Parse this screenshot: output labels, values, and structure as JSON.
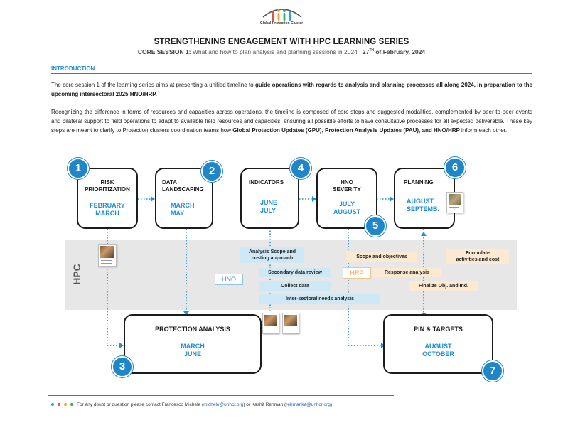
{
  "logo": {
    "text": "Global Protection Cluster"
  },
  "header": {
    "title": "STRENGTHENING ENGAGEMENT WITH HPC LEARNING SERIES",
    "subtitle_bold": "CORE SESSION 1:",
    "subtitle_text": " What and how to plan analysis and planning sessions in 2024 | ",
    "subtitle_date_day": "27",
    "subtitle_date_sup": "TH",
    "subtitle_date_rest": " of February, 2024"
  },
  "intro": {
    "heading": "INTRODUCTION",
    "p1_a": "The core session 1 of the learning series aims at presenting a unified timeline to ",
    "p1_b": "guide operations with regards to analysis and planning processes all along 2024, in preparation to the upcoming intersectoral 2025 HNO/HRP.",
    "p2_a": "Recognizing the difference in terms of resources and capacities across operations, the timeline is composed of core steps and suggested modalities, complemented by peer-to-peer events and bilateral support to field operations to adapt to available field resources and capacities, ensuring all possible efforts to have consultative processes for all expected deliverable. These key steps are meant to clarify to Protection clusters coordination teams how ",
    "p2_b": "Global Protection Updates (GPU), Protection Analysis Updates (PAU), and HNO/HRP",
    "p2_c": " inform each other."
  },
  "diagram": {
    "band_label": "HPC",
    "steps": [
      {
        "number": "1",
        "title": "RISK\nPRIORITIZATION",
        "months": "FEBRUARY\nMARCH"
      },
      {
        "number": "2",
        "title": "DATA\nLANDSCAPING",
        "months": "MARCH\nMAY"
      },
      {
        "number": "3",
        "title": "PROTECTION ANALYSIS",
        "months": "MARCH\nJUNE"
      },
      {
        "number": "4",
        "title": "INDICATORS",
        "months": "JUNE\nJULY"
      },
      {
        "number": "5",
        "title": "HNO\nSEVERITY",
        "months": "JULY\nAUGUST"
      },
      {
        "number": "6",
        "title": "PLANNING",
        "months": "AUGUST\nSEPTEMB."
      },
      {
        "number": "7",
        "title": "PIN & TARGETS",
        "months": "AUGUST\nOCTOBER"
      }
    ],
    "hno_tags": [
      "Analysis Scope and\ncosting approach",
      "Secondary data review",
      "Collect data",
      "Inter-sectoral needs analysis"
    ],
    "hrp_tags": [
      "Scope and objectives",
      "Response analysis",
      "Finalize Obj. and Ind.",
      "Formulate\nactivities and cost"
    ],
    "hno_label": "HNO",
    "hrp_label": "HRP"
  },
  "footer": {
    "text_a": "For any doubt or question please contact Francesco Michele (",
    "email1": "michele@unhcr.org",
    "text_b": ") or Kashif Rehman (",
    "email2": "rehmanka@unhcr.org",
    "text_c": ")",
    "dot_colors": [
      "#2a9fd8",
      "#e0523a",
      "#f0a830",
      "#3aa76d"
    ]
  },
  "colors": {
    "accent_blue": "#1f86c9",
    "month_blue": "#1f8fd6",
    "hno_tag": "#cfe8f6",
    "hrp_tag": "#fbe9d2"
  }
}
